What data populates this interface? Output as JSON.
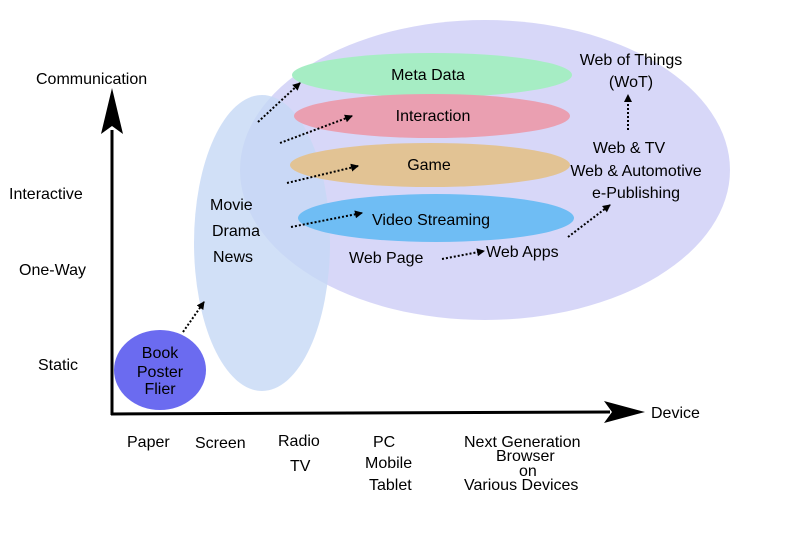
{
  "colors": {
    "web_region": "#c9c9f5",
    "screen_region": "#c6d8f5",
    "paper_region": "#6b6bf0",
    "meta_data": "#a6edc4",
    "interaction": "#ea9fb1",
    "game": "#e2c394",
    "video_streaming": "#6fbdf4",
    "axis": "#000000"
  },
  "axes": {
    "y_title": "Communication",
    "x_title": "Device",
    "y_levels": [
      "Interactive",
      "One-Way",
      "Static"
    ],
    "x_categories": {
      "paper": "Paper",
      "screen": "Screen",
      "radio_tv": [
        "Radio",
        "TV"
      ],
      "pc_mobile_tablet": [
        "PC",
        "Mobile",
        "Tablet"
      ],
      "next_gen": [
        "Next Generation",
        "Browser",
        "on",
        "Various Devices"
      ]
    }
  },
  "paper_media": [
    "Book",
    "Poster",
    "Flier"
  ],
  "screen_media": [
    "Movie",
    "Drama",
    "News"
  ],
  "web_layers": {
    "meta_data": "Meta Data",
    "interaction": "Interaction",
    "game": "Game",
    "video_streaming": "Video Streaming"
  },
  "web_items": {
    "web_page": "Web Page",
    "web_apps": "Web Apps",
    "converged": [
      "Web & TV",
      "Web & Automotive",
      "e-Publishing"
    ],
    "wot": [
      "Web of Things",
      "(WoT)"
    ]
  },
  "icons": {
    "arrow": "arrowhead"
  }
}
